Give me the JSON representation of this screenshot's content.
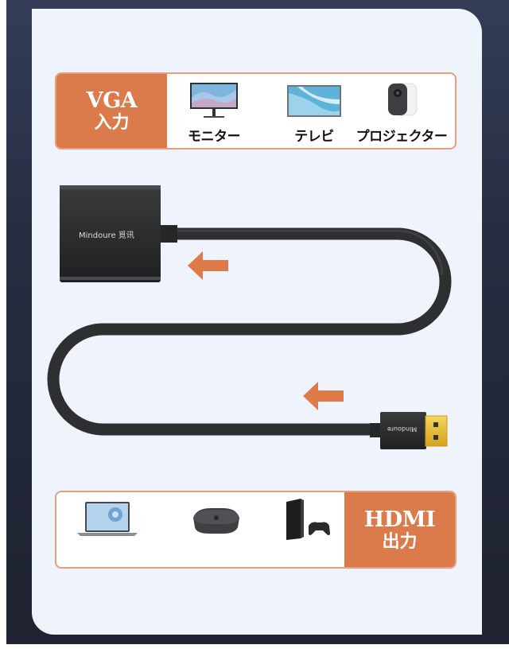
{
  "vga_panel": {
    "label_line1": "VGA",
    "label_line2": "入力",
    "devices": [
      {
        "icon": "monitor-icon",
        "caption": "モニター"
      },
      {
        "icon": "tv-icon",
        "caption": "テレビ"
      },
      {
        "icon": "projector-icon",
        "caption": "プロジェクター"
      }
    ]
  },
  "adapter": {
    "brand": "Mindoure 覓讯",
    "plug_brand": "Mindoure"
  },
  "hdmi_panel": {
    "label_line1": "HDMI",
    "label_line2": "出力",
    "devices": [
      {
        "icon": "laptop-icon"
      },
      {
        "icon": "tv-box-icon"
      },
      {
        "icon": "game-console-icon"
      }
    ]
  },
  "colors": {
    "accent": "#db7a4b",
    "border": "#e8a07c",
    "panel_bg": "#eef3fc",
    "frame": "#262c3f",
    "cable": "#2e2f31",
    "plug_gold": "#e8c12e"
  }
}
